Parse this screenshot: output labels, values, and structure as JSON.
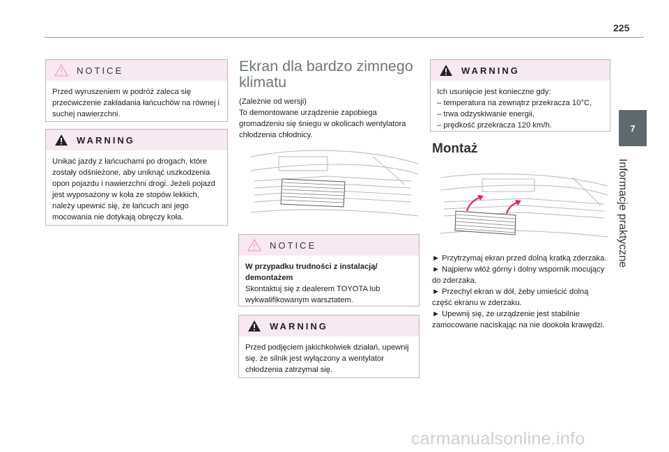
{
  "page_number": "225",
  "side_tab": {
    "number": "7",
    "title": "Informacje praktyczne"
  },
  "col1": {
    "notice": {
      "label": "NOTICE",
      "text": "Przed wyruszeniem w podróż zaleca się przećwiczenie zakładania łańcuchów na równej i suchej nawierzchni."
    },
    "warning": {
      "label": "WARNING",
      "text": "Unikać jazdy z łańcuchami po drogach, które zostały odśnieżone, aby uniknąć uszkodzenia opon pojazdu i nawierzchni drogi. Jeżeli pojazd jest wyposażony w koła ze stopów lekkich, należy upewnić się, że łańcuch ani jego mocowania nie dotykają obręczy koła."
    }
  },
  "col2": {
    "title": "Ekran dla bardzo zimnego klimatu",
    "intro_line1": "(Zależnie od wersji)",
    "intro_line2": "To demontowane urządzenie zapobiega gromadzeniu się śniegu w okolicach wentylatora chłodzenia chłodnicy.",
    "notice": {
      "label": "NOTICE",
      "bold": "W przypadku trudności z instalacją/ demontażem",
      "text": "Skontaktuj się z dealerem TOYOTA lub wykwalifikowanym warsztatem."
    },
    "warning": {
      "label": "WARNING",
      "text": "Przed podjęciem jakichkolwiek działań, upewnij się, że silnik jest wyłączony a wentylator chłodzenia zatrzymał się."
    }
  },
  "col3": {
    "warning": {
      "label": "WARNING",
      "line1": "Ich usunięcie jest konieczne gdy:",
      "items": [
        "– temperatura na zewnątrz przekracza 10°C,",
        "– trwa odzyskiwanie energii,",
        "– prędkość przekracza 120 km/h."
      ]
    },
    "title": "Montaż",
    "steps": [
      "► Przytrzymaj ekran przed dolną kratką zderzaka.",
      "► Najpierw włóż górny i dolny wspornik mocujący do zderzaka.",
      "► Przechyl ekran w dół, żeby umieścić dolną część ekranu w zderzaku.",
      "► Upewnij się, że urządzenie jest stabilnie zamocowane naciskając na nie dookoła krawędzi."
    ]
  },
  "watermark": "carmanualsonline.info",
  "colors": {
    "box_header": "#f8e8f2",
    "tab": "#5f6a6e",
    "heading": "#6d7679",
    "arrow": "#d6207a"
  },
  "icons": [
    "notice-triangle-icon",
    "warning-triangle-icon",
    "grille-illustration",
    "mounting-illustration"
  ]
}
